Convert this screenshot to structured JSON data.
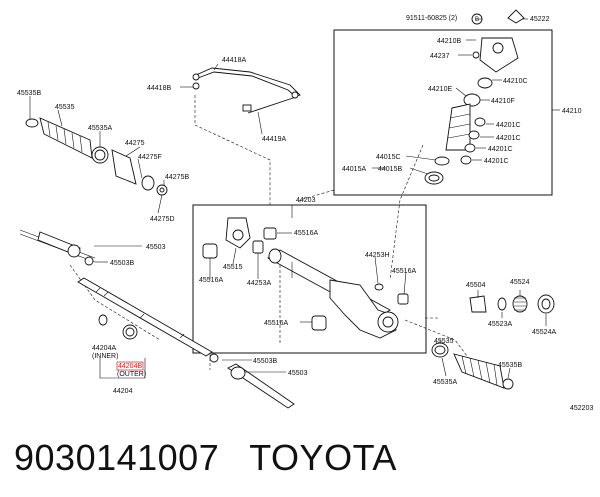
{
  "caption": {
    "part_number": "9030141007",
    "brand": "TOYOTA"
  },
  "diagram_id": "452203",
  "labels": {
    "p45535B_left": "45535B",
    "p45535_left": "45535",
    "p45535A_left": "45535A",
    "p44275": "44275",
    "p44275F": "44275F",
    "p44275B": "44275B",
    "p44275D": "44275D",
    "p44418B": "44418B",
    "p44418A": "44418A",
    "p44419A": "44419A",
    "p45503": "45503",
    "p45503B_top": "45503B",
    "p44204A": "44204A",
    "p44204A_sub": "(INNER)",
    "p44204B": "44204B",
    "p44204B_sub": "(OUTER)",
    "p44204": "44204",
    "p44203": "44203",
    "p45516A_1": "45516A",
    "p45516A_2": "45516A",
    "p45516A_3": "45516A",
    "p45516A_4": "45516A",
    "p45515": "45515",
    "p44253A": "44253A",
    "p44253H": "44253H",
    "p45503B_bot": "45503B",
    "p45503_bot": "45503",
    "p91511": "91511-60825 (2)",
    "p45222": "45222",
    "p44210B": "44210B",
    "p44237": "44237",
    "p44210C_1": "44210C",
    "p44210E": "44210E",
    "p44210F": "44210F",
    "p44210": "44210",
    "p44201C_1": "44201C",
    "p44201C_2": "44201C",
    "p44201C_3": "44201C",
    "p44201C_4": "44201C",
    "p44015C": "44015C",
    "p44015A": "44015A",
    "p44015B": "44015B",
    "p45504": "45504",
    "p45524": "45524",
    "p45523A": "45523A",
    "p45524A": "45524A",
    "p45535_right": "45535",
    "p45535A_right": "45535A",
    "p45535B_right": "45535B",
    "marker_B": "B"
  }
}
